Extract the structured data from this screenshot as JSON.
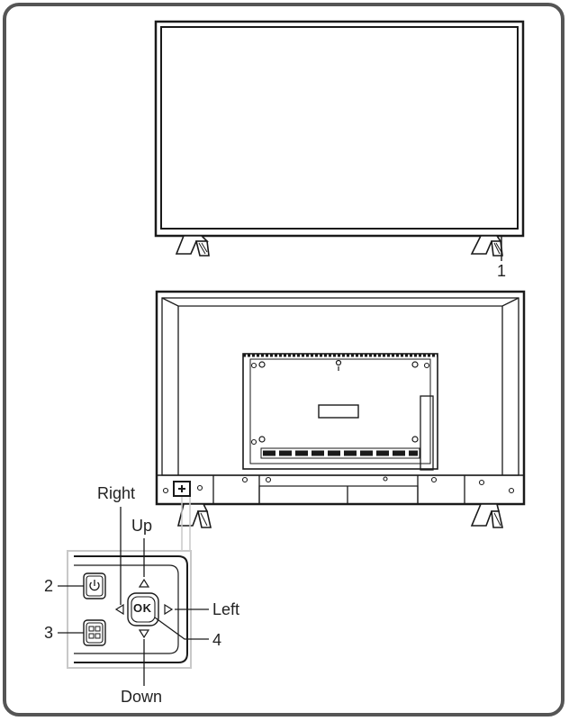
{
  "callouts": {
    "c1": "1",
    "c2": "2",
    "c3": "3",
    "c4": "4"
  },
  "directions": {
    "right": "Right",
    "up": "Up",
    "left": "Left",
    "down": "Down"
  },
  "keypad": {
    "ok": "OK"
  },
  "icons": {
    "power": "power-icon",
    "menu": "menu-grid-icon",
    "arrows": [
      "arrow-up-icon",
      "arrow-down-icon",
      "arrow-left-icon",
      "arrow-right-icon"
    ]
  },
  "colors": {
    "line": "#1a1a1a",
    "frame": "#555555",
    "keypad_border": "#c8c8c8"
  }
}
